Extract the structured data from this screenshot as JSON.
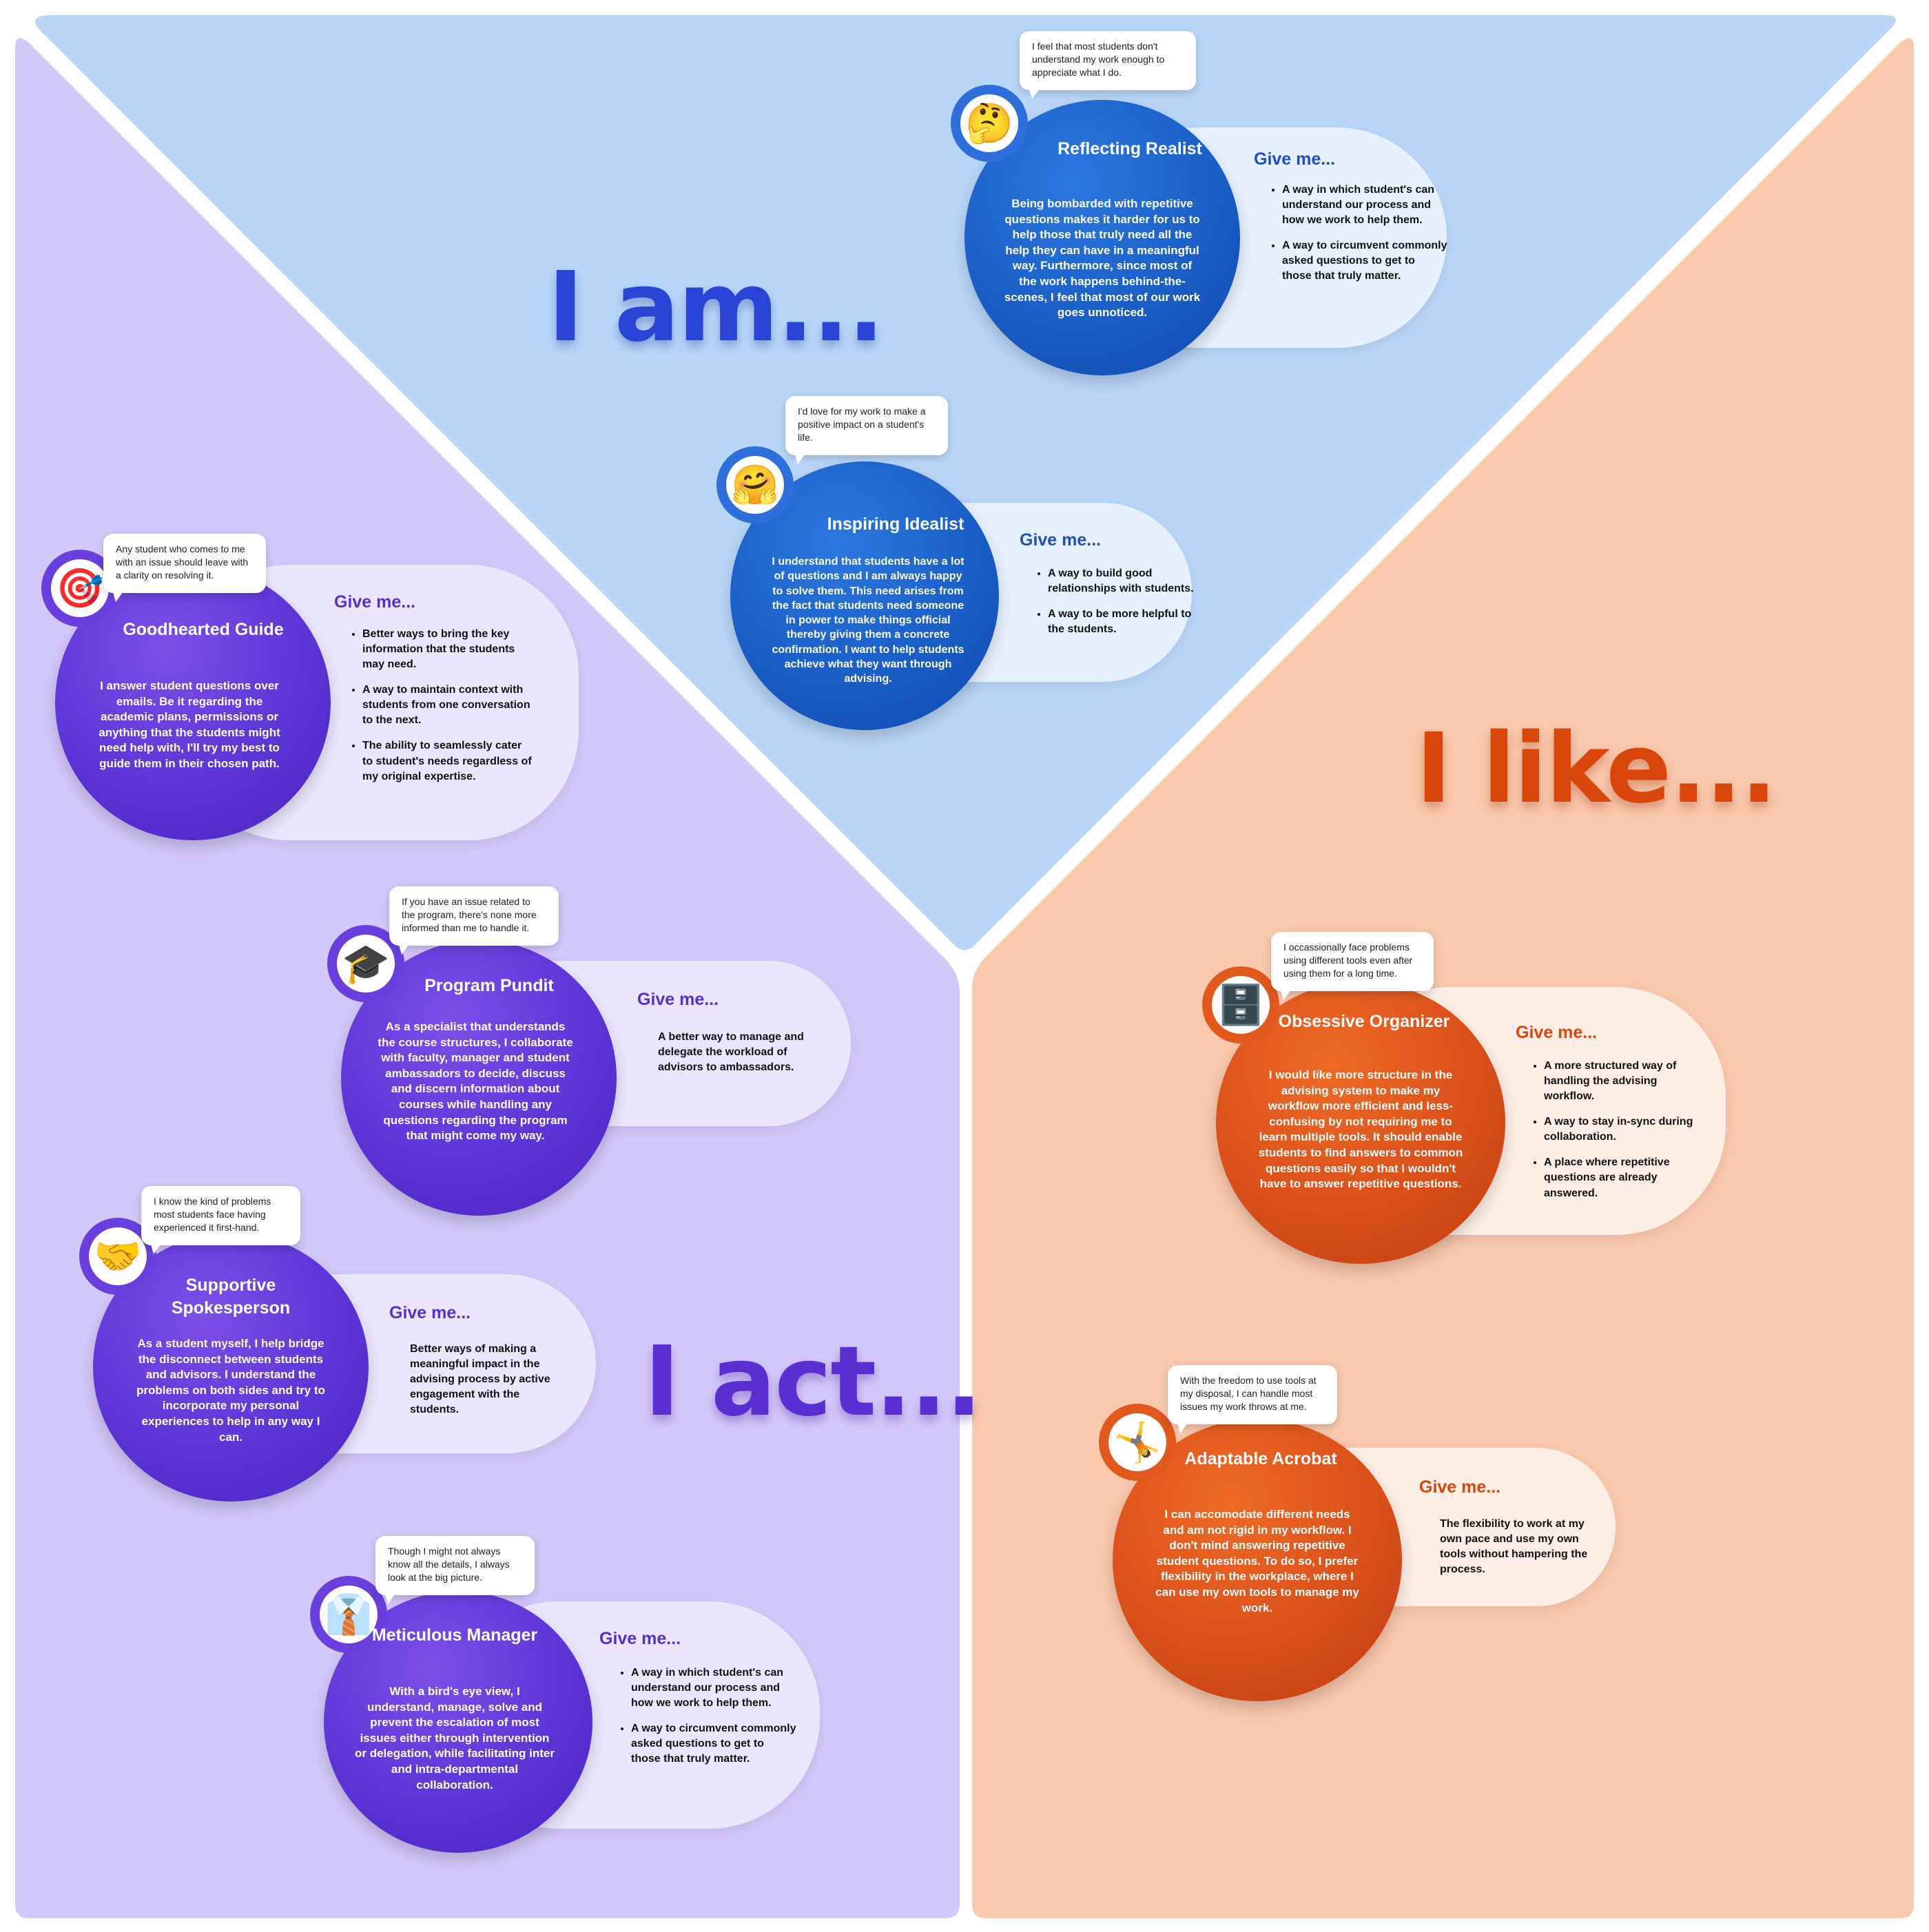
{
  "colors": {
    "blue_region": "#b9d6f8",
    "purple_region": "#d3c8fa",
    "orange_region": "#fac8ad",
    "blue_accent": "#1a5ec6",
    "purple_accent": "#5d34d6",
    "orange_accent": "#d9501a"
  },
  "headings": {
    "iam": "I am...",
    "ilike": "I like...",
    "iact": "I act..."
  },
  "give_label": "Give me...",
  "personas": {
    "reflecting_realist": {
      "icon": "thinking-face-icon",
      "glyph": "🤔",
      "quote": "I feel that most students don't understand my work enough to appreciate what I do.",
      "name": "Reflecting Realist",
      "description": "Being bombarded with repetitive questions makes it harder for us to help those that truly need all the help they can have in a meaningful way. Furthermore, since most of the work happens behind-the-scenes, I feel that most of our work goes unnoticed.",
      "needs": [
        "A way in which student's can understand our process and how we work to help them.",
        "A way to circumvent commonly asked questions to get to those that truly matter."
      ]
    },
    "inspiring_idealist": {
      "icon": "hugging-face-icon",
      "glyph": "🤗",
      "quote": "I'd love for my work to make a positive impact on a student's life.",
      "name": "Inspiring Idealist",
      "description": "I understand that students have a lot of questions and I am always happy to solve them. This need arises from the fact that students need someone in power to make things official thereby giving them a concrete confirmation. I want to help students achieve what they want through advising.",
      "needs": [
        "A way to build good relationships with students.",
        "A way to be more helpful to the students."
      ]
    },
    "goodhearted_guide": {
      "icon": "target-icon",
      "glyph": "🎯",
      "quote": "Any student who comes to me with an issue should leave with a clarity on resolving it.",
      "name": "Goodhearted Guide",
      "description": "I answer student questions over emails. Be it regarding the academic plans, permissions or anything that the students might need help with, I'll try my best to guide them in their chosen path.",
      "needs": [
        "Better ways to bring the key information that the students may need.",
        "A way to maintain context with students from one conversation to the next.",
        "The ability to seamlessly cater to student's needs regardless of my original expertise."
      ]
    },
    "program_pundit": {
      "icon": "graduation-cap-icon",
      "glyph": "🎓",
      "quote": "If you have an issue related to the program, there's none more informed than me to handle it.",
      "name": "Program Pundit",
      "description": "As a specialist that understands the course structures, I collaborate with faculty, manager and student ambassadors to decide, discuss and discern information about courses while handling any questions regarding the program that might come my way.",
      "needs": [
        "A better way to manage and delegate the workload of advisors to ambassadors."
      ]
    },
    "supportive_spokesperson": {
      "icon": "handshake-icon",
      "glyph": "🤝",
      "quote": "I know the kind of problems most students face having experienced it first-hand.",
      "name": "Supportive Spokesperson",
      "description": "As a student myself, I help bridge the disconnect between students and advisors. I understand the problems on both sides and try to incorporate my personal experiences to help in any way I can.",
      "needs": [
        "Better ways of making a meaningful impact in the advising process by active engagement with the students."
      ]
    },
    "meticulous_manager": {
      "icon": "man-in-suit-icon",
      "glyph": "👔",
      "quote": "Though I might not always know all the details, I always look at the big picture.",
      "name": "Meticulous Manager",
      "description": "With a bird's eye view, I understand, manage, solve and prevent the escalation of most issues either through intervention or delegation, while facilitating inter and intra-departmental collaboration.",
      "needs": [
        "A way in which student's can understand our process and how we work to help them.",
        "A way to circumvent commonly asked questions to get to those that truly matter."
      ]
    },
    "obsessive_organizer": {
      "icon": "file-cabinet-icon",
      "glyph": "🗄️",
      "quote": "I occassionally face problems using different tools even after using them for a long time.",
      "name": "Obsessive Organizer",
      "description": "I would like more structure in the advising system to make my workflow more efficient and less-confusing by not requiring me to learn multiple tools. It should enable students to find answers to common questions easily so that I wouldn't have to answer repetitive questions.",
      "needs": [
        "A more structured way of handling the advising workflow.",
        "A way to stay in-sync during collaboration.",
        "A place where repetitive questions are already answered."
      ]
    },
    "adaptable_acrobat": {
      "icon": "cartwheel-icon",
      "glyph": "🤸",
      "quote": "With the freedom to use tools at my disposal, I can handle most issues my work throws at me.",
      "name": "Adaptable Acrobat",
      "description": "I can accomodate different needs and am not rigid in my workflow. I don't mind answering repetitive student questions. To do so, I prefer flexibility in the workplace, where I can use my own tools to manage my work.",
      "needs": [
        "The flexibility to work at my own pace and use my own tools without hampering the process."
      ]
    }
  }
}
